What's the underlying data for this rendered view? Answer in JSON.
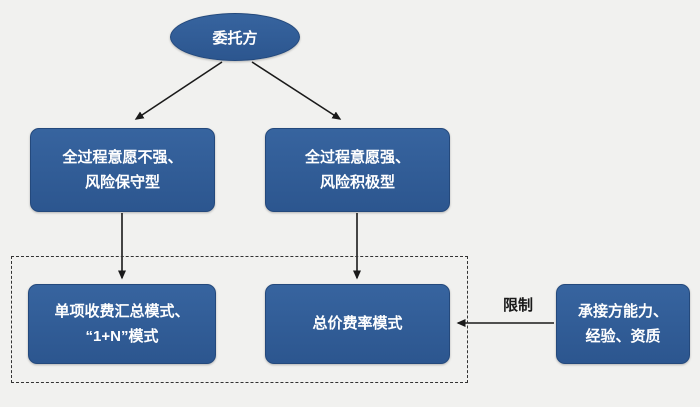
{
  "diagram": {
    "nodes": {
      "client": {
        "label": "委托方"
      },
      "conservative": {
        "line1": "全过程意愿不强、",
        "line2": "风险保守型"
      },
      "active": {
        "line1": "全过程意愿强、",
        "line2": "风险积极型"
      },
      "itemized": {
        "line1": "单项收费汇总模式、",
        "line2": "“1+N”模式"
      },
      "lumpsum": {
        "label": "总价费率模式"
      },
      "contractor": {
        "line1": "承接方能力、",
        "line2": "经验、资质"
      }
    },
    "edges": {
      "restrict_label": "限制"
    },
    "colors": {
      "node_fill": "#2c568f",
      "node_text": "#ffffff",
      "background": "#f1f1ef",
      "arrow": "#1a1a1a",
      "dashed_border": "#333333"
    }
  }
}
